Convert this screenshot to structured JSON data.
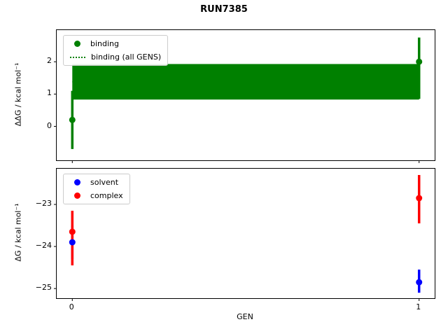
{
  "title": "RUN7385",
  "xlabel": "GEN",
  "colors": {
    "binding": "#008000",
    "solvent": "#0000ff",
    "complex": "#ff0000",
    "axis": "#000000"
  },
  "chart_data": [
    {
      "type": "scatter",
      "title": "",
      "ylabel": "ΔΔG / kcal mol⁻¹",
      "xlabel": "",
      "xlim": [
        -0.045,
        1.045
      ],
      "ylim": [
        -1.05,
        2.98
      ],
      "yticks": [
        "0",
        "1",
        "2"
      ],
      "ytick_values": [
        0,
        1,
        2
      ],
      "xticks": null,
      "xtick_values": [
        0,
        1
      ],
      "grid": false,
      "legend_position": "upper-left",
      "legend": [
        {
          "label": "binding",
          "marker": "dot",
          "color": "#008000"
        },
        {
          "label": "binding (all GENS)",
          "marker": "dotted-line",
          "color": "#008000"
        }
      ],
      "series": [
        {
          "name": "binding",
          "color": "#008000",
          "x": [
            0,
            1
          ],
          "y": [
            0.2,
            2.0
          ],
          "err_lo": [
            -0.7,
            0.85
          ],
          "err_hi": [
            1.1,
            2.75
          ]
        }
      ],
      "band": {
        "name": "binding (all GENS)",
        "color": "#008000",
        "x": [
          0,
          1
        ],
        "y_lo": 0.83,
        "y_hi": 1.93,
        "center": 1.38
      }
    },
    {
      "type": "scatter",
      "title": "",
      "ylabel": "ΔG / kcal mol⁻¹",
      "xlabel": "GEN",
      "xlim": [
        -0.045,
        1.045
      ],
      "ylim": [
        -25.23,
        -22.15
      ],
      "yticks": [
        "−23",
        "−24",
        "−25"
      ],
      "ytick_values": [
        -23,
        -24,
        -25
      ],
      "xticks": [
        "0",
        "1"
      ],
      "xtick_values": [
        0,
        1
      ],
      "grid": false,
      "legend_position": "upper-left",
      "legend": [
        {
          "label": "solvent",
          "marker": "dot",
          "color": "#0000ff"
        },
        {
          "label": "complex",
          "marker": "dot",
          "color": "#ff0000"
        }
      ],
      "series": [
        {
          "name": "solvent",
          "color": "#0000ff",
          "x": [
            0,
            1
          ],
          "y": [
            -23.9,
            -24.85
          ],
          "err_lo": [
            -24.3,
            -25.1
          ],
          "err_hi": [
            -23.5,
            -24.55
          ]
        },
        {
          "name": "complex",
          "color": "#ff0000",
          "x": [
            0,
            1
          ],
          "y": [
            -23.65,
            -22.85
          ],
          "err_lo": [
            -24.45,
            -23.45
          ],
          "err_hi": [
            -23.15,
            -22.3
          ]
        }
      ],
      "band": null
    }
  ]
}
